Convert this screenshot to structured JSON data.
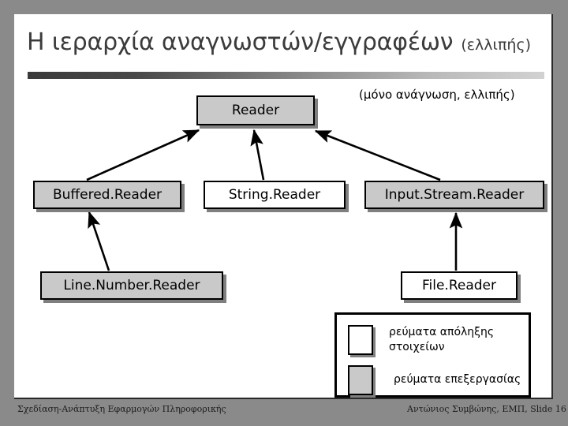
{
  "slide": {
    "title": "Η ιεραρχία αναγνωστών/εγγραφέων",
    "title_suffix": "(ελλιπής)",
    "note": "(μόνο ανάγνωση, ελλιπής)"
  },
  "diagram": {
    "nodes": [
      {
        "id": "reader",
        "label": "Reader",
        "fill": "gray"
      },
      {
        "id": "buffered",
        "label": "Buffered.Reader",
        "fill": "gray"
      },
      {
        "id": "string",
        "label": "String.Reader",
        "fill": "white"
      },
      {
        "id": "inputstream",
        "label": "Input.Stream.Reader",
        "fill": "gray"
      },
      {
        "id": "linenumber",
        "label": "Line.Number.Reader",
        "fill": "gray"
      },
      {
        "id": "file",
        "label": "File.Reader",
        "fill": "white"
      }
    ],
    "edges": [
      {
        "from": "buffered",
        "to": "reader"
      },
      {
        "from": "string",
        "to": "reader"
      },
      {
        "from": "inputstream",
        "to": "reader"
      },
      {
        "from": "linenumber",
        "to": "buffered"
      },
      {
        "from": "file",
        "to": "inputstream"
      }
    ]
  },
  "legend": {
    "items": [
      {
        "swatch": "white",
        "label": "ρεύματα απόληξης στοιχείων"
      },
      {
        "swatch": "gray",
        "label": "ρεύματα επεξεργασίας"
      }
    ]
  },
  "footer": {
    "left": "Σχεδίαση-Ανάπτυξη Εφαρμογών Πληροφορικής",
    "right": "Αντώνιος Συμβώνης, ΕΜΠ, Slide 16"
  },
  "colors": {
    "background": "#8a8a8a",
    "canvas": "#ffffff",
    "node_gray": "#c9c9c9",
    "node_border": "#000000",
    "shadow": "#7f7f7f",
    "title_text": "#3b3b3b"
  }
}
